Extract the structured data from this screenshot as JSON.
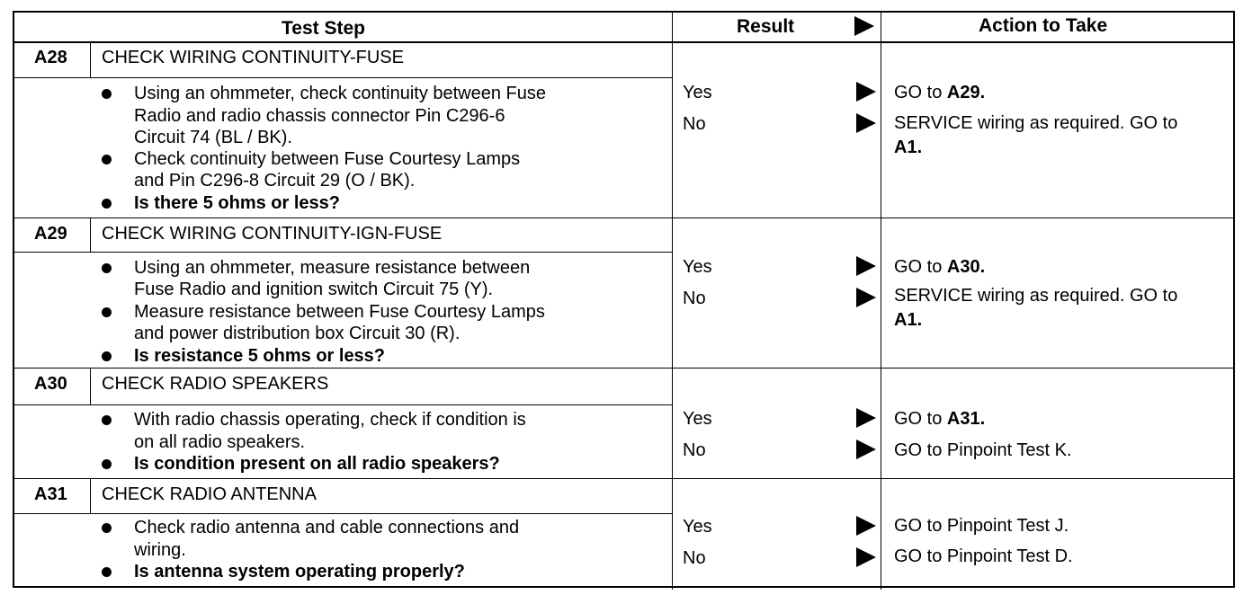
{
  "header": {
    "test_step": "Test Step",
    "result": "Result",
    "action": "Action to Take"
  },
  "steps": [
    {
      "id": "A28",
      "title": "CHECK WIRING CONTINUITY-FUSE",
      "bullets": [
        {
          "lines": [
            "Using an ohmmeter, check continuity between Fuse",
            "Radio and radio chassis connector Pin C296-6",
            "Circuit 74 (BL / BK)."
          ],
          "bold": false
        },
        {
          "lines": [
            "Check continuity between Fuse Courtesy Lamps",
            "and Pin C296-8 Circuit 29 (O / BK)."
          ],
          "bold": false
        },
        {
          "lines": [
            "Is there 5 ohms or less?"
          ],
          "bold": true
        }
      ],
      "results": [
        {
          "label": "Yes",
          "action_lines": [
            {
              "pre": "GO to ",
              "bold": "A29.",
              "post": ""
            }
          ]
        },
        {
          "label": "No",
          "action_lines": [
            {
              "pre": "SERVICE wiring as required. GO to",
              "bold": "",
              "post": ""
            },
            {
              "pre": "",
              "bold": "A1.",
              "post": ""
            }
          ]
        }
      ]
    },
    {
      "id": "A29",
      "title": "CHECK WIRING CONTINUITY-IGN-FUSE",
      "bullets": [
        {
          "lines": [
            "Using an ohmmeter, measure resistance between",
            "Fuse Radio and ignition switch Circuit 75 (Y)."
          ],
          "bold": false
        },
        {
          "lines": [
            "Measure resistance between Fuse Courtesy Lamps",
            "and power distribution box Circuit 30 (R)."
          ],
          "bold": false
        },
        {
          "lines": [
            "Is resistance 5 ohms or less?"
          ],
          "bold": true
        }
      ],
      "results": [
        {
          "label": "Yes",
          "action_lines": [
            {
              "pre": "GO to ",
              "bold": "A30.",
              "post": ""
            }
          ]
        },
        {
          "label": "No",
          "action_lines": [
            {
              "pre": "SERVICE wiring as required. GO to",
              "bold": "",
              "post": ""
            },
            {
              "pre": "",
              "bold": "A1.",
              "post": ""
            }
          ]
        }
      ]
    },
    {
      "id": "A30",
      "title": "CHECK RADIO SPEAKERS",
      "bullets": [
        {
          "lines": [
            "With radio chassis operating, check if condition is",
            "on all radio speakers."
          ],
          "bold": false
        },
        {
          "lines": [
            "Is condition present on all radio speakers?"
          ],
          "bold": true
        }
      ],
      "results": [
        {
          "label": "Yes",
          "action_lines": [
            {
              "pre": "GO to ",
              "bold": "A31.",
              "post": ""
            }
          ]
        },
        {
          "label": "No",
          "action_lines": [
            {
              "pre": "GO to Pinpoint Test K.",
              "bold": "",
              "post": ""
            }
          ]
        }
      ]
    },
    {
      "id": "A31",
      "title": "CHECK RADIO ANTENNA",
      "bullets": [
        {
          "lines": [
            "Check radio antenna and cable connections and",
            "wiring."
          ],
          "bold": false
        },
        {
          "lines": [
            "Is antenna system operating properly?"
          ],
          "bold": true
        }
      ],
      "results": [
        {
          "label": "Yes",
          "action_lines": [
            {
              "pre": "GO to Pinpoint Test J.",
              "bold": "",
              "post": ""
            }
          ]
        },
        {
          "label": "No",
          "action_lines": [
            {
              "pre": "GO to Pinpoint Test D.",
              "bold": "",
              "post": ""
            }
          ]
        }
      ]
    }
  ]
}
